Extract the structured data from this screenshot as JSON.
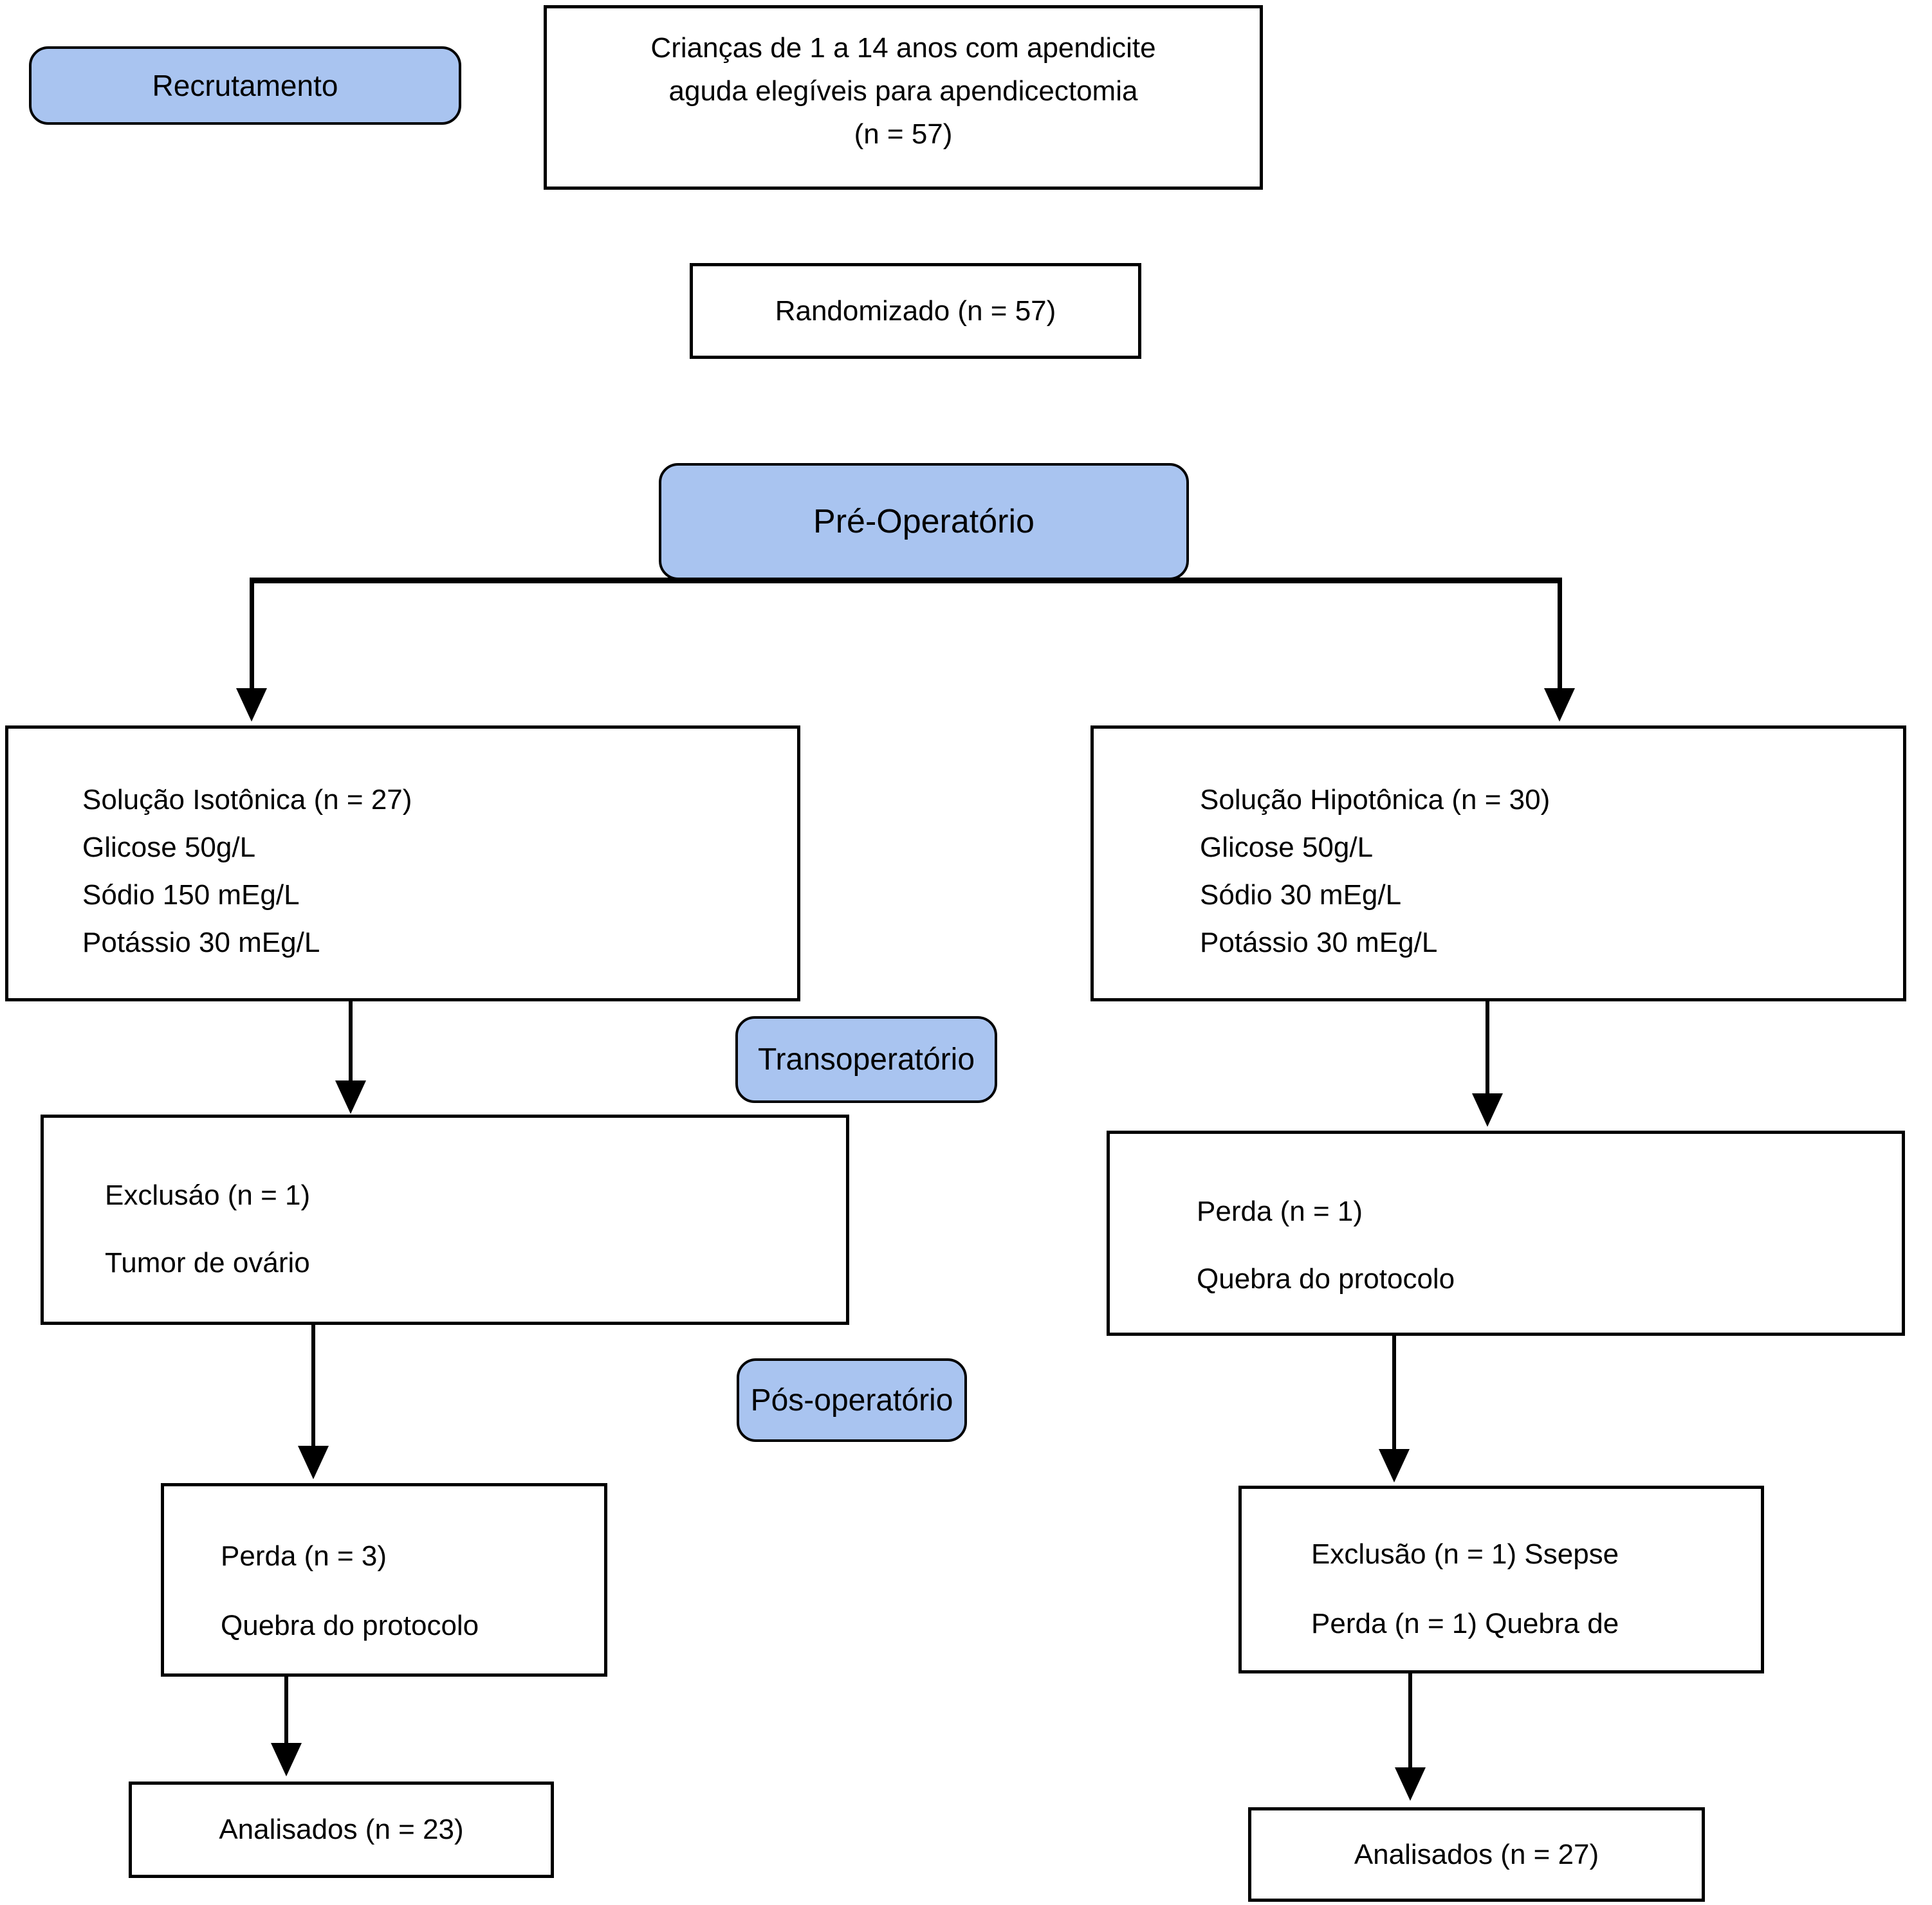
{
  "colors": {
    "stage_fill": "#a9c4f0",
    "stage_border": "#000000",
    "box_border": "#000000",
    "background": "#ffffff",
    "text": "#000000"
  },
  "stages": {
    "recruitment": {
      "label": "Recrutamento"
    },
    "preoperative": {
      "label": "Pré-Operatório"
    },
    "intraoperative": {
      "label": "Transoperatório"
    },
    "postoperative": {
      "label": "Pós-operatório"
    }
  },
  "boxes": {
    "eligible": {
      "lines": [
        "Crianças de 1 a 14 anos com apendicite",
        "aguda elegíveis para apendicectomia",
        "(n = 57)"
      ]
    },
    "randomized": {
      "text": "Randomizado (n = 57)"
    },
    "isotonic": {
      "lines": [
        "Solução Isotônica (n = 27)",
        "Glicose 50g/L",
        "Sódio 150 mEg/L",
        "Potássio 30 mEg/L"
      ]
    },
    "hypotonic": {
      "lines": [
        "Solução Hipotônica (n = 30)",
        "Glicose 50g/L",
        "Sódio 30 mEg/L",
        "Potássio 30 mEg/L"
      ]
    },
    "isotonic_transop_exclusion": {
      "lines": [
        "Exclusáo (n = 1)",
        "Tumor de ovário"
      ]
    },
    "hypotonic_transop_loss": {
      "lines": [
        "Perda (n = 1)",
        "Quebra do protocolo"
      ]
    },
    "isotonic_postop_loss": {
      "lines": [
        "Perda (n = 3)",
        "Quebra do protocolo"
      ]
    },
    "hypotonic_postop_exclusion": {
      "lines": [
        "Exclusão (n = 1) Ssepse",
        "Perda (n = 1) Quebra de"
      ]
    },
    "isotonic_analyzed": {
      "text": "Analisados (n = 23)"
    },
    "hypotonic_analyzed": {
      "text": "Analisados (n = 27)"
    }
  }
}
